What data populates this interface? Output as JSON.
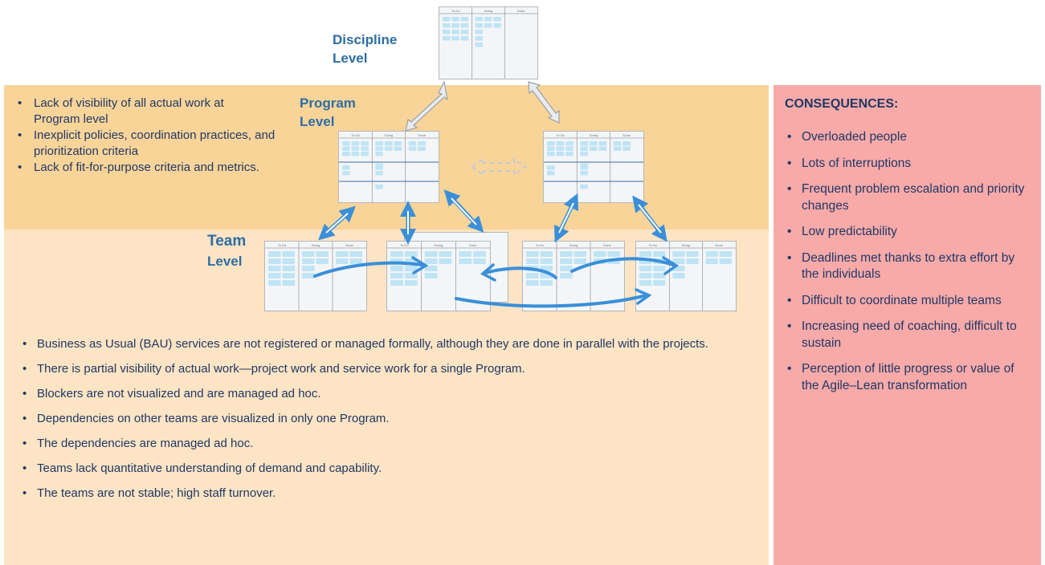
{
  "levels": {
    "discipline": [
      "Discipline",
      "Level"
    ],
    "program": [
      "Program",
      "Level"
    ],
    "team": [
      "Team",
      "Level"
    ]
  },
  "board_columns": [
    "To Do",
    "Doing",
    "Done"
  ],
  "program_issues": [
    "Lack of visibility of all actual work at Program level",
    "Inexplicit policies, coordination practices, and prioritization criteria",
    "Lack of fit-for-purpose criteria and metrics."
  ],
  "team_issues": [
    "Business as Usual (BAU) services are not registered or managed formally, although they are done in parallel with the projects.",
    "There is partial visibility of actual work—project work and service work for a single Program.",
    "Blockers are not visualized and are managed ad hoc.",
    "Dependencies on other teams are visualized in only one Program.",
    "The dependencies are managed ad hoc.",
    "Teams lack quantitative understanding of demand and capability.",
    "The teams are not stable; high staff turnover."
  ],
  "consequences": {
    "title": "CONSEQUENCES:",
    "items": [
      "Overloaded people",
      "Lots of interruptions",
      "Frequent problem escalation and priority changes",
      "Low predictability",
      "Deadlines met thanks to extra effort by the individuals",
      "Difficult to coordinate multiple teams",
      "Increasing need of coaching, difficult to sustain",
      "Perception of little progress or value of the Agile–Lean transformation"
    ]
  },
  "colors": {
    "program_band": "#f9d499",
    "team_band": "#fde4c4",
    "consequences_panel": "#f8aaa9",
    "text": "#1f3864",
    "level_label": "#2e6da4",
    "sticky_note": "#bfe4f5",
    "dependency_arrow": "#3a8fd8"
  }
}
